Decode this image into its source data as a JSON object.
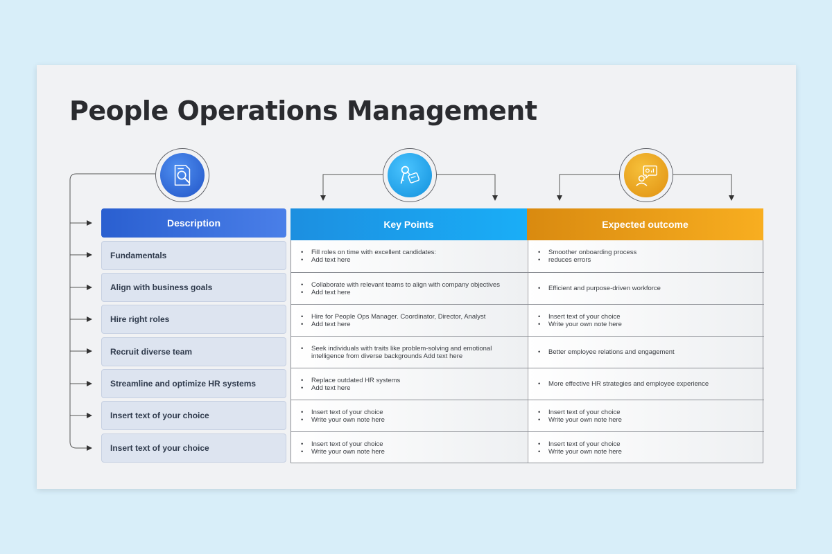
{
  "title": "People Operations Management",
  "colors": {
    "background": "#d8eef9",
    "description": "#2a5fd0",
    "key_points": "#1aaef7",
    "expected_outcome": "#f8ae20"
  },
  "icons": [
    "document-search-icon",
    "key-tag-icon",
    "person-idea-icon"
  ],
  "headers": {
    "description": "Description",
    "key_points": "Key Points",
    "expected_outcome": "Expected outcome"
  },
  "rows": [
    {
      "description": "Fundamentals",
      "key_points": [
        "Fill roles on time with excellent candidates:",
        "Add text here"
      ],
      "outcome": [
        "Smoother onboarding process",
        "reduces errors"
      ]
    },
    {
      "description": "Align with business goals",
      "key_points": [
        "Collaborate with relevant teams to align with company objectives",
        "Add text here"
      ],
      "outcome": [
        "Efficient and purpose-driven workforce"
      ]
    },
    {
      "description": "Hire right roles",
      "key_points": [
        "Hire for People Ops Manager. Coordinator, Director, Analyst",
        "Add text here"
      ],
      "outcome": [
        "Insert text of your choice",
        "Write your own note here"
      ]
    },
    {
      "description": "Recruit diverse team",
      "key_points": [
        "Seek individuals with traits like problem-solving and emotional intelligence from diverse backgrounds Add text here"
      ],
      "outcome": [
        "Better employee relations and engagement"
      ]
    },
    {
      "description": "Streamline and optimize HR systems",
      "key_points": [
        "Replace outdated HR systems",
        "Add text here"
      ],
      "outcome": [
        "More effective HR strategies and employee experience"
      ]
    },
    {
      "description": "Insert text of your choice",
      "key_points": [
        "Insert text of your choice",
        "Write your own note here"
      ],
      "outcome": [
        "Insert text of your choice",
        "Write your own note here"
      ]
    },
    {
      "description": "Insert text of your choice",
      "key_points": [
        "Insert text of your choice",
        "Write your own note here"
      ],
      "outcome": [
        "Insert text of your choice",
        "Write your own note here"
      ]
    }
  ]
}
